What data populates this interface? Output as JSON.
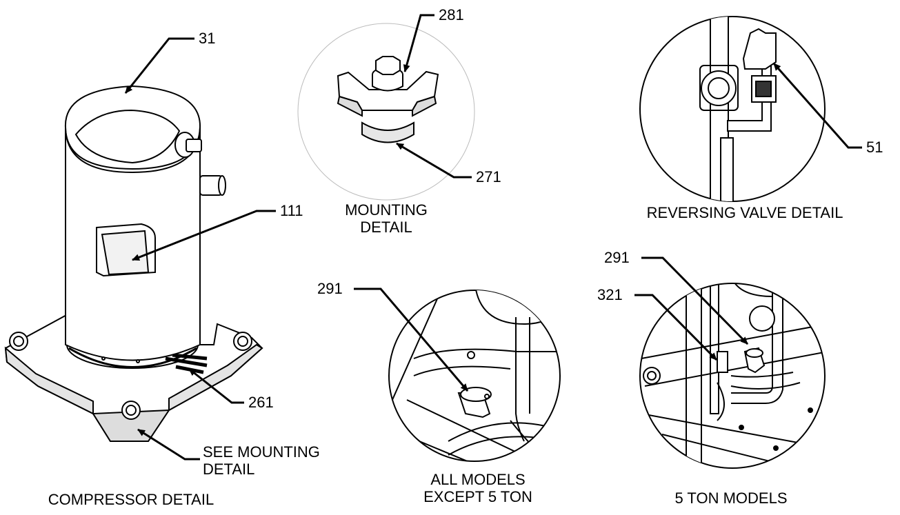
{
  "callouts": {
    "top_cap": "31",
    "mount_bolt": "281",
    "mount_grommet": "271",
    "reversing_valve": "51",
    "terminal_box": "111",
    "base_plate": "261",
    "cap_all_models": "291",
    "cap_5ton": "291",
    "part_5ton": "321"
  },
  "captions": {
    "mounting": [
      "MOUNTING",
      "DETAIL"
    ],
    "reversing": "REVERSING VALVE DETAIL",
    "see_mounting": [
      "SEE MOUNTING",
      "DETAIL"
    ],
    "compressor": "COMPRESSOR DETAIL",
    "all_models": [
      "ALL MODELS",
      "EXCEPT 5 TON"
    ],
    "five_ton": "5 TON MODELS"
  }
}
